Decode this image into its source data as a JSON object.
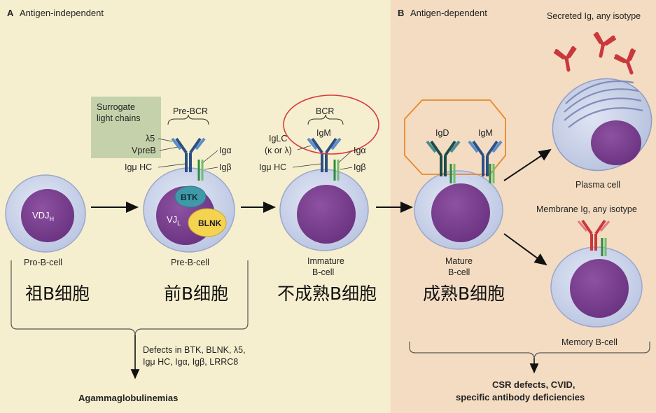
{
  "panels": {
    "a": {
      "letter": "A",
      "title": "Antigen-independent"
    },
    "b": {
      "letter": "B",
      "title": "Antigen-dependent"
    }
  },
  "cells": {
    "pro_b": {
      "label": "Pro-B-cell",
      "nucleus": "VDJ",
      "nucleus_sub": "H",
      "cn": "祖B细胞"
    },
    "pre_b": {
      "label": "Pre-B-cell",
      "nucleus": "VJ",
      "nucleus_sub": "L",
      "cn": "前B细胞",
      "btk": "BTK",
      "blnk": "BLNK"
    },
    "immature_b": {
      "label_line1": "Immature",
      "label_line2": "B-cell",
      "cn": "不成熟B细胞"
    },
    "mature_b": {
      "label_line1": "Mature",
      "label_line2": "B-cell",
      "cn": "成熟B细胞"
    },
    "plasma": {
      "label": "Plasma cell"
    },
    "memory": {
      "label": "Memory B-cell"
    }
  },
  "receptors": {
    "surrogate_line1": "Surrogate",
    "surrogate_line2": "light chains",
    "pre_bcr": "Pre-BCR",
    "lambda5": "λ5",
    "vpreb": "VpreB",
    "igmu_hc": "Igμ HC",
    "igalpha": "Igα",
    "igbeta": "Igβ",
    "bcr": "BCR",
    "igm": "IgM",
    "iglc_line1": "IgLC",
    "iglc_line2": "(κ or λ)",
    "igd": "IgD",
    "secreted": "Secreted Ig, any isotype",
    "membrane": "Membrane Ig, any isotype"
  },
  "defects": {
    "a_line1": "Defects in BTK, BLNK, λ5,",
    "a_line2": "Igμ HC, Igα, Igβ, LRRC8",
    "a_outcome": "Agammaglobulinemias",
    "b_line1": "CSR defects, CVID,",
    "b_line2": "specific antibody deficiencies"
  },
  "colors": {
    "background_a": "#f6efcf",
    "background_b": "#f3dcc2",
    "cell_membrane": "#c5cfe7",
    "nucleus": "#7b3f8f",
    "heavy_chain": "#2d4f84",
    "light_chain": "#5b8fc9",
    "ig_alpha_beta": "#2f8a3d",
    "antibody": "#c9383d",
    "btk": "#3f99a9",
    "blnk": "#f3d34f",
    "bcr_circle": "#d93b3b",
    "mature_octagon": "#e8892a",
    "surrogate_box": "#c5d1ab"
  }
}
